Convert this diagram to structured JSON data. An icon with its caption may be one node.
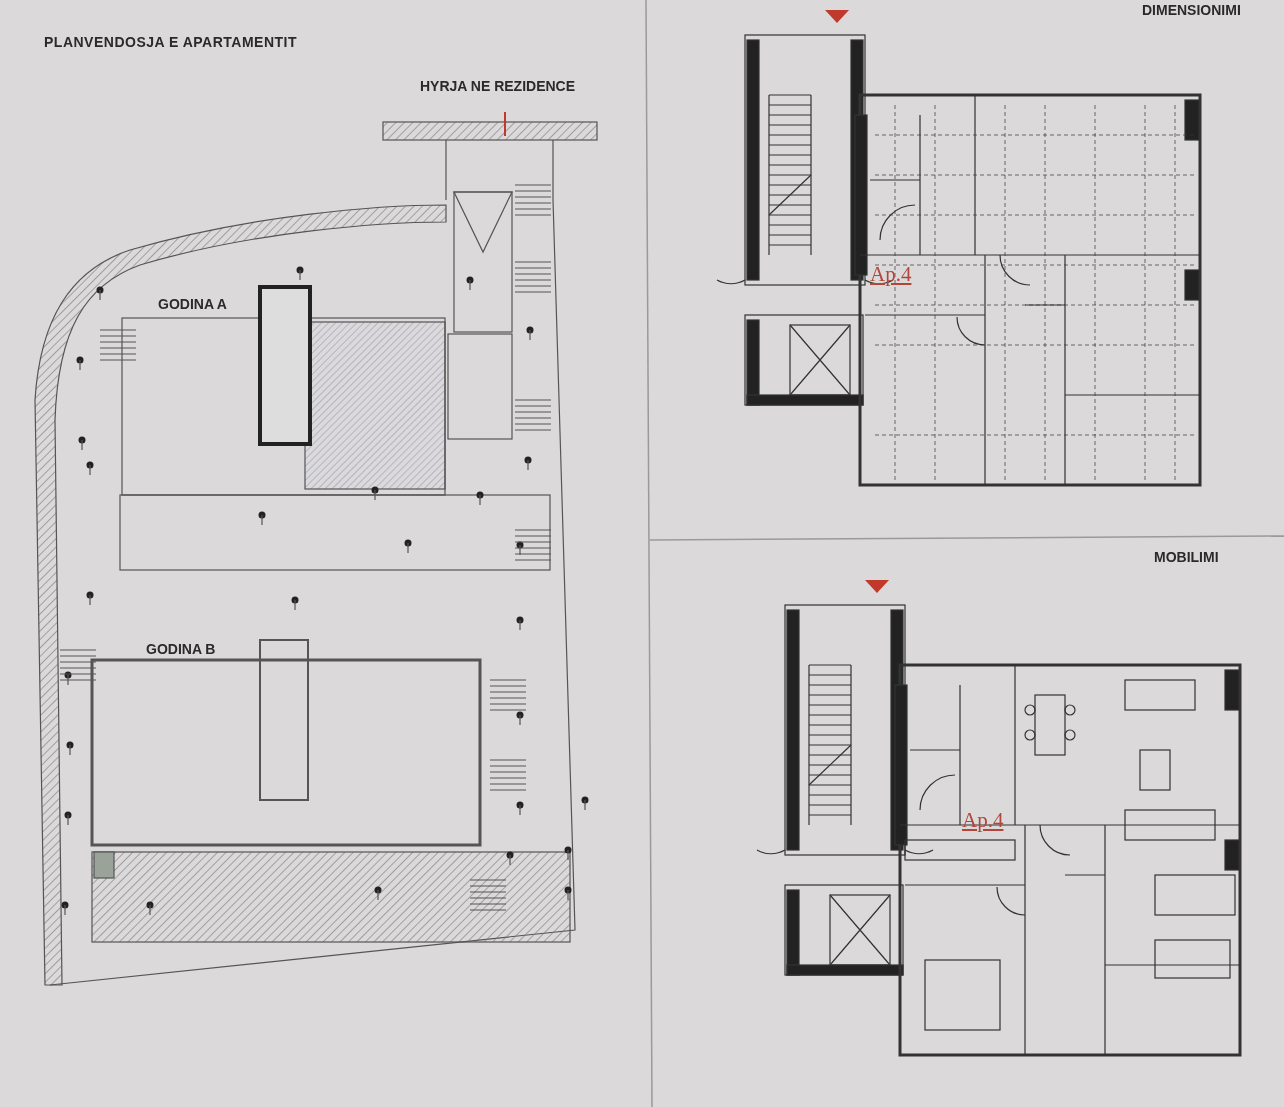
{
  "diagram": {
    "title": "PLANVENDOSJA E APARTAMENTIT",
    "labels": [
      "HYRJA NE REZIDENCE",
      "GODINA A",
      "GODINA B",
      "DIMENSIONIMI",
      "Ap.4",
      "MOBILIMI",
      "Ap.4"
    ]
  }
}
